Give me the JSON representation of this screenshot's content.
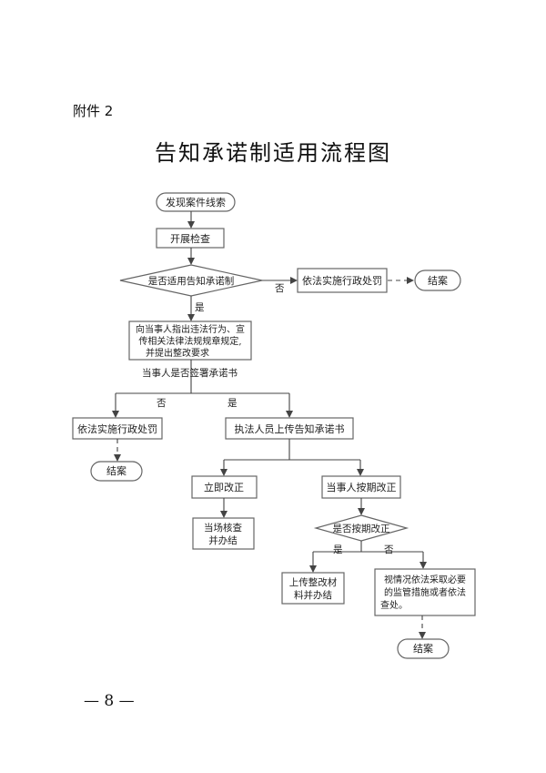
{
  "attachment_label": "附件 2",
  "title": "告知承诺制适用流程图",
  "page_number": "— 8 —",
  "flow": {
    "n1": "发现案件线索",
    "n2": "开展检查",
    "d1": "是否适用告知承诺制",
    "d1_no": "否",
    "n3": "依法实施行政处罚",
    "end1": "结案",
    "d1_yes": "是",
    "n4_l1": "向当事人指出违法行为、宣",
    "n4_l2": "传相关法律法规规章规定,",
    "n4_l3": "并提出整改要求",
    "q1": "当事人是否签署承诺书",
    "q1_no": "否",
    "q1_yes": "是",
    "n5": "依法实施行政处罚",
    "end2": "结案",
    "n6": "执法人员上传告知承诺书",
    "n7": "立即改正",
    "n8": "当事人按期改正",
    "n9_l1": "当场核查",
    "n9_l2": "并办结",
    "d2": "是否按期改正",
    "d2_yes": "是",
    "d2_no": "否",
    "n10_l1": "上传整改材",
    "n10_l2": "料并办结",
    "n11_l1": "视情况依法采取必要",
    "n11_l2": "的监管措施或者依法",
    "n11_l3": "查处。",
    "end3": "结案"
  }
}
